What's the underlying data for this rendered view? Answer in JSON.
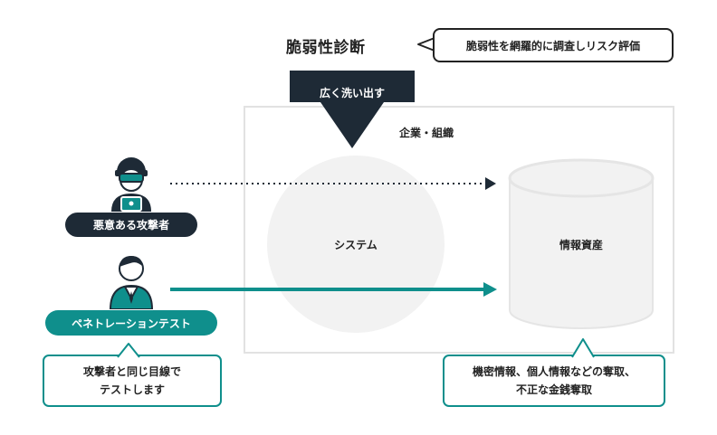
{
  "title": "脆弱性診断",
  "callout_top": "脆弱性を網羅的に調査しリスク評価",
  "big_arrow_label": "広く洗い出す",
  "org_label": "企業・組織",
  "system_label": "システム",
  "asset_label": "情報資産",
  "attacker_label": "悪意ある攻撃者",
  "pentest_label": "ペネトレーションテスト",
  "callout_left": {
    "line1": "攻撃者と同じ目線で",
    "line2": "テストします"
  },
  "callout_right": {
    "line1": "機密情報、個人情報などの奪取、",
    "line2": "不正な金銭奪取"
  },
  "colors": {
    "teal": "#0f8f8c",
    "dark": "#1e2a36",
    "border": "#e2e2e2",
    "fill": "#f2f2f2"
  },
  "icons": [
    "hacker-icon",
    "businessperson-icon",
    "database-cylinder-icon",
    "down-arrow-icon"
  ]
}
